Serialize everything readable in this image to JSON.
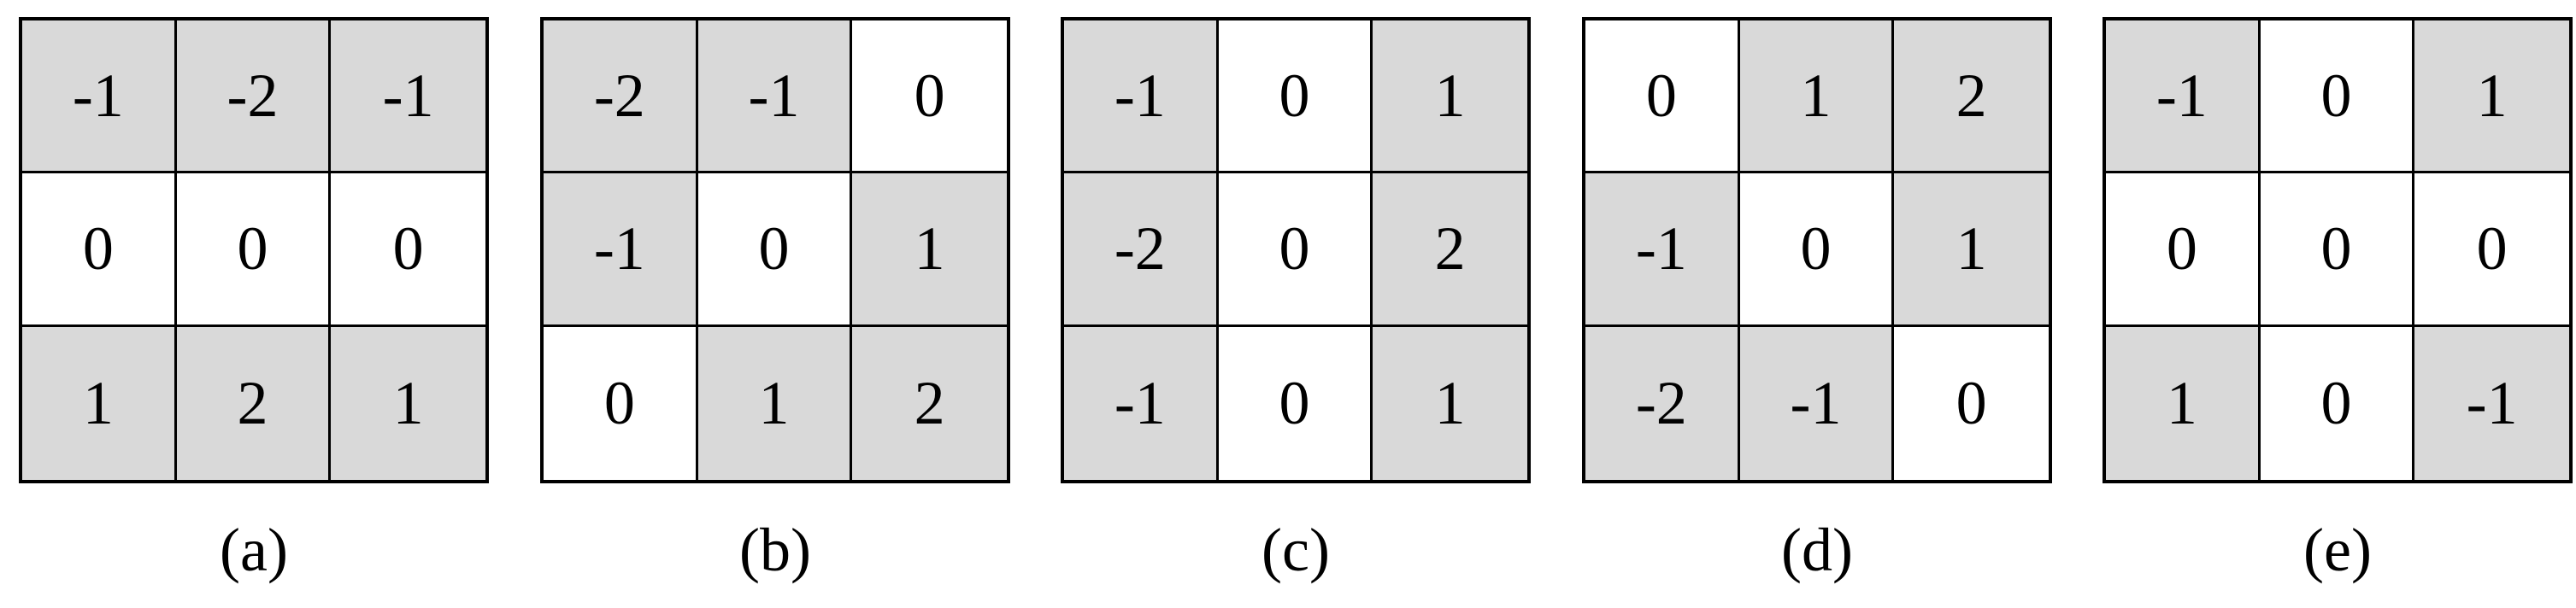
{
  "colors": {
    "shaded": "#d9d9d9",
    "plain": "#ffffff",
    "border": "#000000"
  },
  "panels": [
    {
      "caption": "(a)",
      "cells": [
        [
          "-1",
          "-2",
          "-1"
        ],
        [
          "0",
          "0",
          "0"
        ],
        [
          "1",
          "2",
          "1"
        ]
      ],
      "shaded": [
        [
          true,
          true,
          true
        ],
        [
          false,
          false,
          false
        ],
        [
          true,
          true,
          true
        ]
      ]
    },
    {
      "caption": "(b)",
      "cells": [
        [
          "-2",
          "-1",
          "0"
        ],
        [
          "-1",
          "0",
          "1"
        ],
        [
          "0",
          "1",
          "2"
        ]
      ],
      "shaded": [
        [
          true,
          true,
          false
        ],
        [
          true,
          false,
          true
        ],
        [
          false,
          true,
          true
        ]
      ]
    },
    {
      "caption": "(c)",
      "cells": [
        [
          "-1",
          "0",
          "1"
        ],
        [
          "-2",
          "0",
          "2"
        ],
        [
          "-1",
          "0",
          "1"
        ]
      ],
      "shaded": [
        [
          true,
          false,
          true
        ],
        [
          true,
          false,
          true
        ],
        [
          true,
          false,
          true
        ]
      ]
    },
    {
      "caption": "(d)",
      "cells": [
        [
          "0",
          "1",
          "2"
        ],
        [
          "-1",
          "0",
          "1"
        ],
        [
          "-2",
          "-1",
          "0"
        ]
      ],
      "shaded": [
        [
          false,
          true,
          true
        ],
        [
          true,
          false,
          true
        ],
        [
          true,
          true,
          false
        ]
      ]
    },
    {
      "caption": "(e)",
      "cells": [
        [
          "-1",
          "0",
          "1"
        ],
        [
          "0",
          "0",
          "0"
        ],
        [
          "1",
          "0",
          "-1"
        ]
      ],
      "shaded": [
        [
          true,
          false,
          true
        ],
        [
          false,
          false,
          false
        ],
        [
          true,
          false,
          true
        ]
      ]
    }
  ]
}
